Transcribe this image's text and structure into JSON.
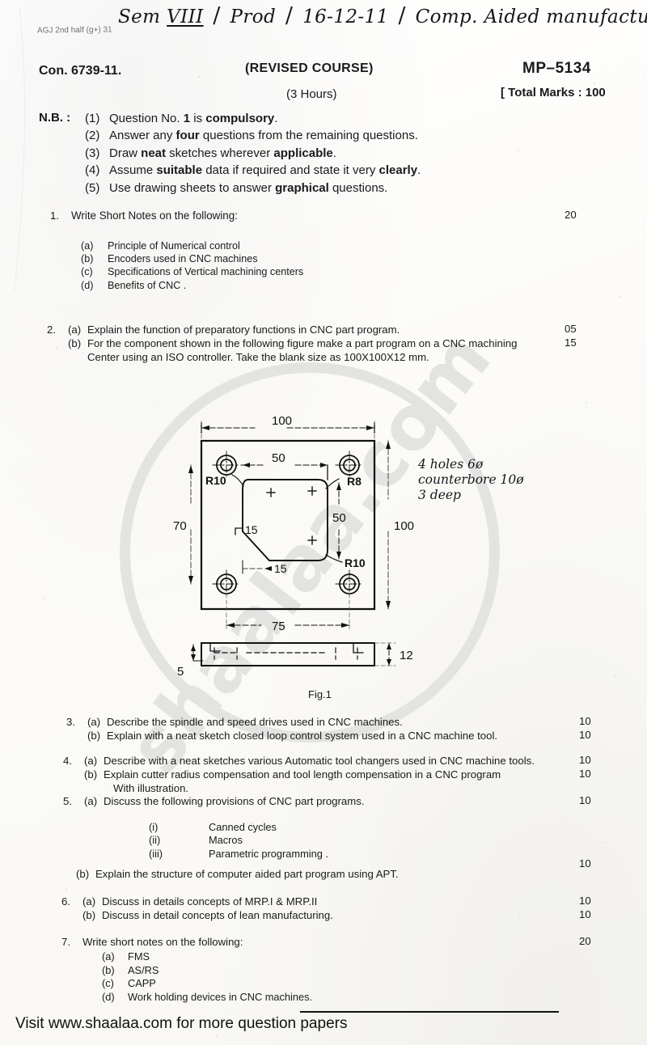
{
  "header": {
    "printer_code": "AGJ 2nd half (g+) 31",
    "handwritten": {
      "sem_label": "Sem",
      "sem_value": "VIII",
      "branch": "Prod",
      "date": "16-12-11",
      "subject": "Comp. Aided manufacturing."
    },
    "con_no": "Con. 6739-11.",
    "revised_course": "(REVISED COURSE)",
    "paper_code": "MP–5134",
    "hours": "(3 Hours)",
    "total_marks": "[ Total Marks : 100"
  },
  "nb": {
    "label": "N.B. :",
    "items": [
      {
        "num": "(1)",
        "html": "Question No. <b>1</b> is <b>compulsory</b>."
      },
      {
        "num": "(2)",
        "html": "Answer any <b>four</b> questions from the remaining questions."
      },
      {
        "num": "(3)",
        "html": "Draw <b>neat</b> sketches wherever <b>applicable</b>."
      },
      {
        "num": "(4)",
        "html": "Assume <b>suitable</b> data if required and state it very <b>clearly</b>."
      },
      {
        "num": "(5)",
        "html": "Use drawing sheets to answer <b>graphical</b> questions."
      }
    ]
  },
  "questions": [
    {
      "num": "1.",
      "title": "Write Short Notes on the following:",
      "marks": "20",
      "sub": [
        {
          "label": "(a)",
          "text": "Principle of Numerical control"
        },
        {
          "label": "(b)",
          "text": "Encoders used in CNC machines"
        },
        {
          "label": "(c)",
          "text": "Specifications of Vertical machining centers"
        },
        {
          "label": "(d)",
          "text": "Benefits of CNC ."
        }
      ]
    },
    {
      "num": "2.",
      "parts": [
        {
          "label": "(a)",
          "text": "Explain the function of preparatory functions in CNC part program.",
          "marks": "05"
        },
        {
          "label": "(b)",
          "text": "For the component shown in the following figure make a part program on a CNC machining",
          "cont": "Center using an ISO controller. Take the blank size as 100X100X12 mm.",
          "marks": "15"
        }
      ]
    },
    {
      "num": "3.",
      "parts": [
        {
          "label": "(a)",
          "text": "Describe the spindle and speed drives used in CNC machines.",
          "marks": "10"
        },
        {
          "label": "(b)",
          "text": "Explain with a neat sketch closed loop control system used in a CNC machine tool.",
          "marks": "10"
        }
      ]
    },
    {
      "num": "4.",
      "parts": [
        {
          "label": "(a)",
          "text": "Describe with a neat sketches various Automatic tool changers used in CNC machine tools.",
          "marks": "10"
        },
        {
          "label": "(b)",
          "text": "Explain cutter radius compensation and tool length compensation in a CNC program",
          "cont": "With illustration.",
          "marks": "10"
        }
      ]
    },
    {
      "num": "5.",
      "parts": [
        {
          "label": "(a)",
          "text": "Discuss the following provisions of CNC part programs.",
          "marks": "10"
        }
      ],
      "roman_sub": [
        {
          "label": "(i)",
          "text": "Canned cycles"
        },
        {
          "label": "(ii)",
          "text": "Macros"
        },
        {
          "label": "(iii)",
          "text": "Parametric programming ."
        }
      ],
      "part_b": {
        "label": "(b)",
        "text": "Explain the structure of computer aided part program using APT.",
        "marks": "10"
      }
    },
    {
      "num": "6.",
      "parts": [
        {
          "label": "(a)",
          "text": "Discuss in details concepts of MRP.I & MRP.II",
          "marks": "10"
        },
        {
          "label": "(b)",
          "text": "Discuss in detail concepts of lean manufacturing.",
          "marks": "10"
        }
      ]
    },
    {
      "num": "7.",
      "title": "Write short notes on the following:",
      "marks": "20",
      "sub": [
        {
          "label": "(a)",
          "text": "FMS"
        },
        {
          "label": "(b)",
          "text": "AS/RS"
        },
        {
          "label": "(c)",
          "text": "CAPP"
        },
        {
          "label": "(d)",
          "text": "Work holding devices in CNC machines."
        }
      ]
    }
  ],
  "figure": {
    "caption": "Fig.1",
    "handwritten_note_lines": [
      "4 holes 6ø",
      "counterbore 10ø",
      "3 deep"
    ],
    "dimensions": {
      "top_width": "100",
      "left_height": "70",
      "right_height": "100",
      "inner_horizontal": "50",
      "inner_vertical": "50",
      "chamfer_v": "15",
      "chamfer_h": "15",
      "hole_pitch": "75",
      "section_thickness": "12",
      "counterbore_depth": "5"
    },
    "radii": {
      "top_left": "R10",
      "top_right": "R8",
      "bottom_right": "R10"
    }
  },
  "watermark": {
    "text": "shaalaa.com",
    "color": "#e3e3e1"
  },
  "footer": {
    "text": "Visit www.shaalaa.com for more question papers"
  }
}
